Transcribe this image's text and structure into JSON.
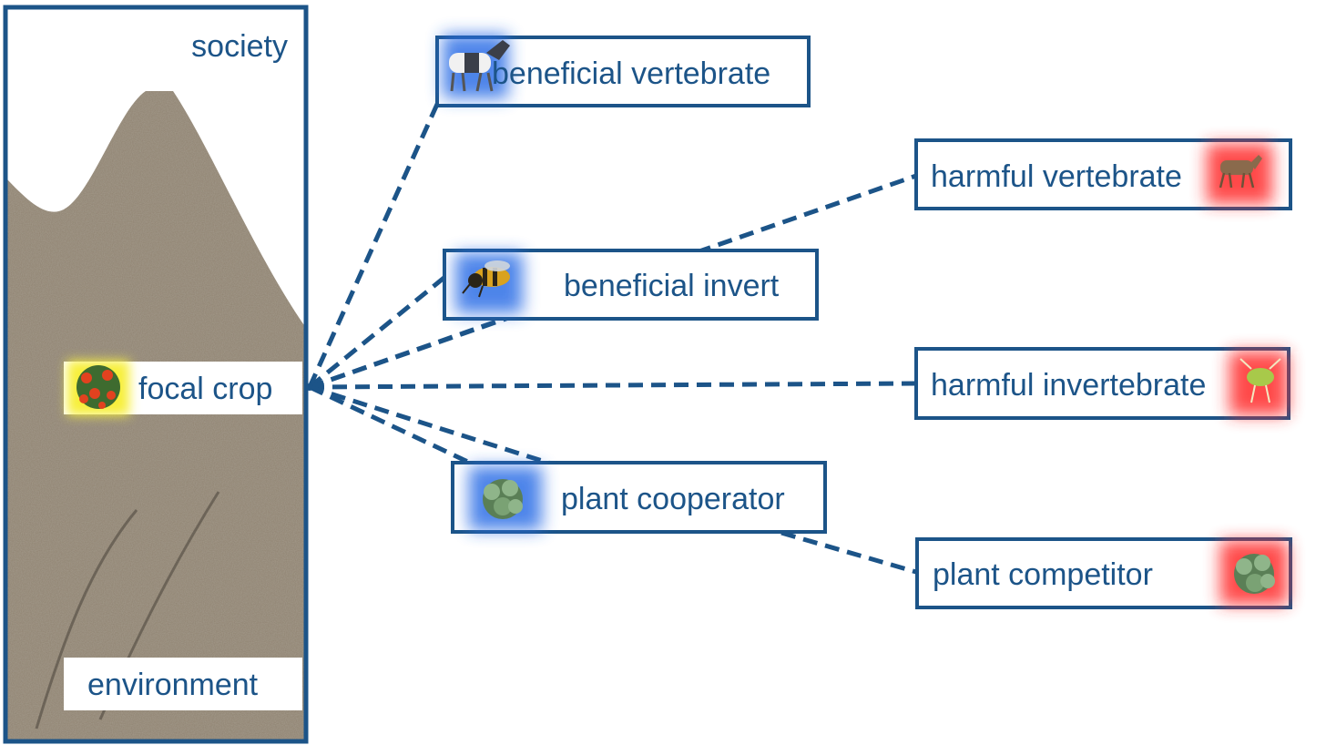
{
  "panel": {
    "society_label": "society",
    "environment_label": "environment",
    "focal_label": "focal crop"
  },
  "nodes": [
    {
      "id": "beneficial-vertebrate",
      "label": "beneficial vertebrate",
      "glow": "#2f6fe6",
      "icon": "goat-icon"
    },
    {
      "id": "harmful-vertebrate",
      "label": "harmful vertebrate",
      "glow": "#ff2a2a",
      "icon": "deer-icon"
    },
    {
      "id": "beneficial-invert",
      "label": "beneficial invert",
      "glow": "#2f6fe6",
      "icon": "bee-icon"
    },
    {
      "id": "harmful-invertebrate",
      "label": "harmful invertebrate",
      "glow": "#ff2a2a",
      "icon": "aphid-icon"
    },
    {
      "id": "plant-cooperator",
      "label": "plant cooperator",
      "glow": "#2f6fe6",
      "icon": "plant-icon"
    },
    {
      "id": "plant-competitor",
      "label": "plant competitor",
      "glow": "#ff2a2a",
      "icon": "plant-icon"
    }
  ],
  "colors": {
    "frame": "#1c5488",
    "focal_glow": "#f7ef3a"
  }
}
